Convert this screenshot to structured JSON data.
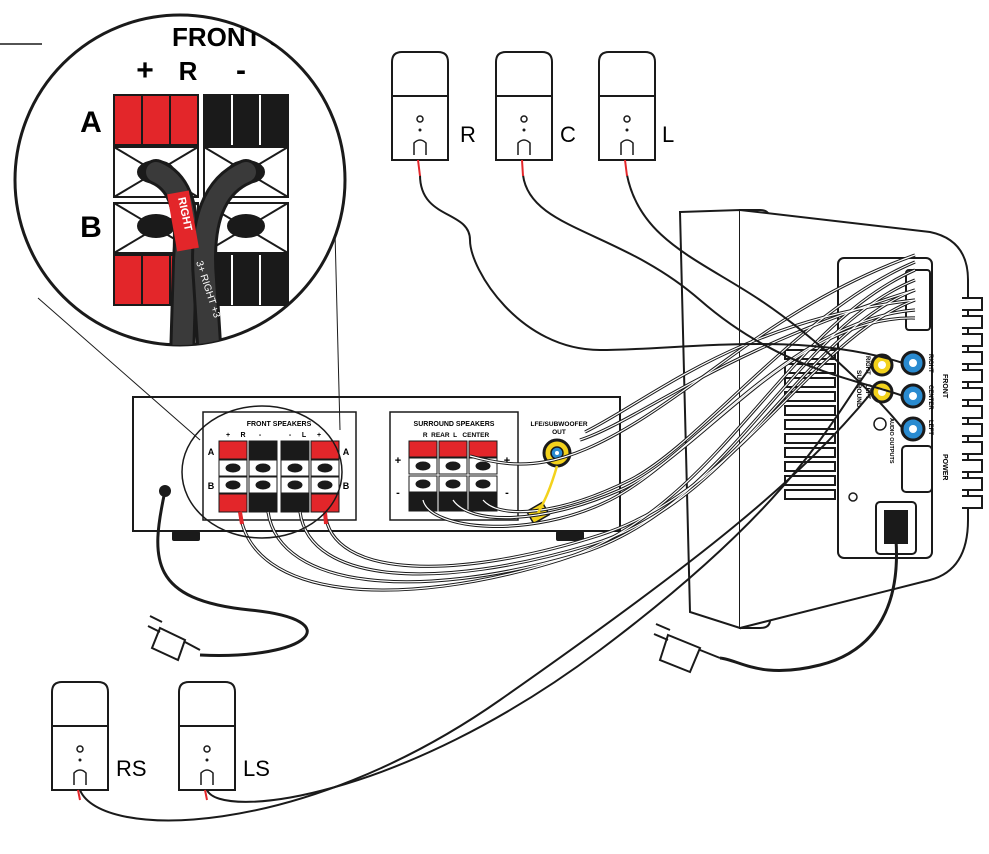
{
  "magnifier": {
    "title": "FRONT SPEAKERS",
    "plus": "+",
    "channel": "R",
    "minus": "-",
    "row_a": "A",
    "row_b": "B",
    "wire_label_red": "RIGHT",
    "wire_label_black": "3+ RIGHT +3"
  },
  "top_speakers": [
    {
      "label": "R"
    },
    {
      "label": "C"
    },
    {
      "label": "L"
    }
  ],
  "rear_speakers": [
    {
      "label": "RS"
    },
    {
      "label": "LS"
    }
  ],
  "receiver": {
    "front_title": "FRONT SPEAKERS",
    "front_cols": [
      "+",
      "R",
      "-",
      "-",
      "L",
      "+"
    ],
    "row_a": "A",
    "row_b": "B",
    "surround_title": "SURROUND SPEAKERS",
    "surround_cols": "R  REAR  L   CENTER",
    "plus": "+",
    "minus": "-",
    "lfe_line1": "LFE/SUBWOOFER",
    "lfe_line2": "OUT"
  },
  "subwoofer": {
    "front": "FRONT",
    "right": "RIGHT",
    "center": "CENTER",
    "left": "LEFT",
    "surround": "SURROUND",
    "surround_right": "RIGHT",
    "surround_left": "LEFT",
    "audio_outputs": "AUDIO OUTPUTS",
    "power": "POWER"
  },
  "colors": {
    "red_terminal": "#e3262a",
    "black_terminal": "#1a1a1a",
    "rca_blue": "#2a8bd0",
    "rca_yellow": "#f3d21c",
    "line": "#1a1a1a"
  }
}
